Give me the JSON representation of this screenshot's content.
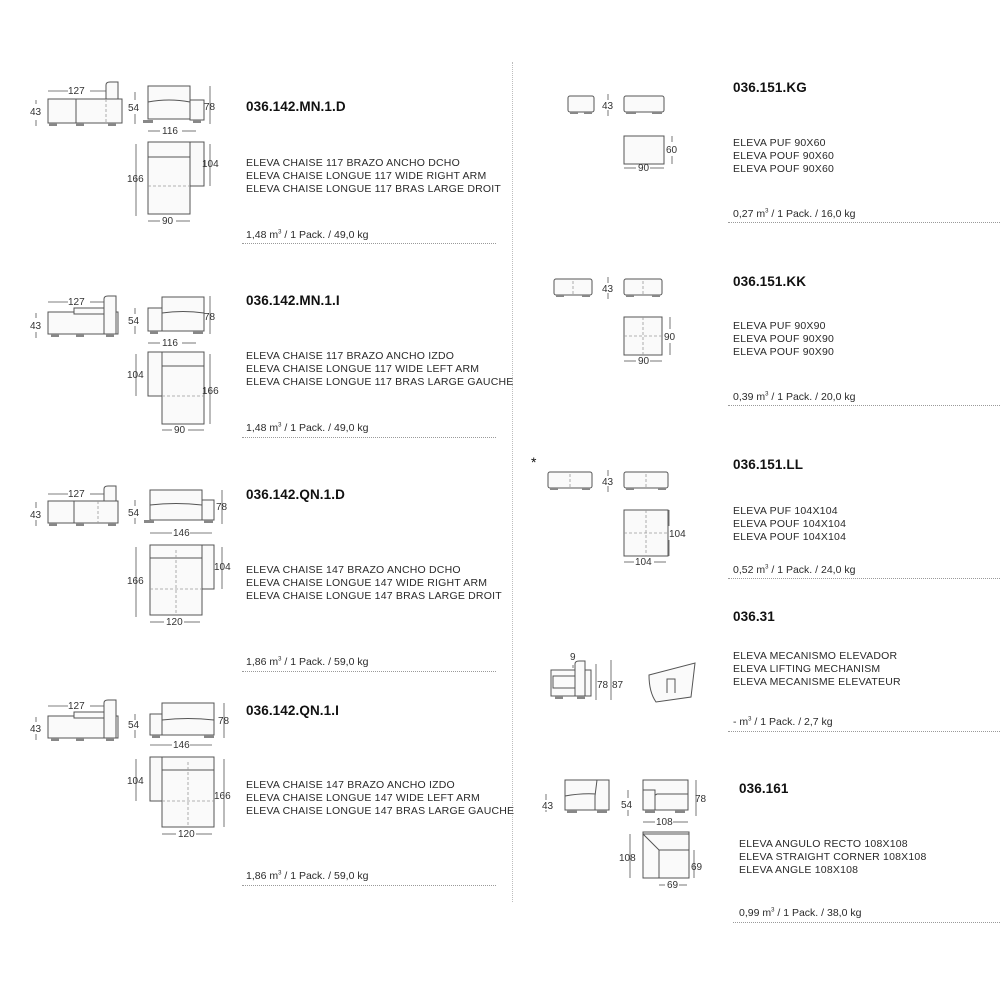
{
  "left_column": [
    {
      "code": "036.142.MN.1.D",
      "desc": [
        "ELEVA CHAISE 117 BRAZO ANCHO DCHO",
        "ELEVA CHAISE LONGUE 117 WIDE RIGHT ARM",
        "ELEVA CHAISE LONGUE 117 BRAS LARGE DROIT"
      ],
      "volume": "1,48 m",
      "pack": " / 1 Pack. / 49,0 kg",
      "dims": {
        "side_width": "127",
        "side_height": "43",
        "front_seat": "54",
        "front_height": "78",
        "front_width": "116",
        "top_depth": "166",
        "top_arm": "104",
        "top_width": "90"
      }
    },
    {
      "code": "036.142.MN.1.I",
      "desc": [
        "ELEVA CHAISE 117 BRAZO ANCHO IZDO",
        "ELEVA CHAISE LONGUE 117 WIDE LEFT ARM",
        "ELEVA CHAISE LONGUE 117 BRAS LARGE GAUCHE"
      ],
      "volume": "1,48 m",
      "pack": " / 1 Pack. / 49,0 kg",
      "dims": {
        "side_width": "127",
        "side_height": "43",
        "front_seat": "54",
        "front_height": "78",
        "front_width": "116",
        "top_depth": "166",
        "top_arm": "104",
        "top_width": "90"
      }
    },
    {
      "code": "036.142.QN.1.D",
      "desc": [
        "ELEVA CHAISE 147 BRAZO ANCHO DCHO",
        "ELEVA CHAISE LONGUE 147 WIDE RIGHT ARM",
        "ELEVA CHAISE LONGUE 147 BRAS LARGE DROIT"
      ],
      "volume": "1,86 m",
      "pack": " / 1 Pack. / 59,0 kg",
      "dims": {
        "side_width": "127",
        "side_height": "43",
        "front_seat": "54",
        "front_height": "78",
        "front_width": "146",
        "top_depth": "166",
        "top_arm": "104",
        "top_width": "120"
      }
    },
    {
      "code": "036.142.QN.1.I",
      "desc": [
        "ELEVA CHAISE 147 BRAZO ANCHO IZDO",
        "ELEVA CHAISE LONGUE 147 WIDE LEFT ARM",
        "ELEVA CHAISE LONGUE 147 BRAS LARGE GAUCHE"
      ],
      "volume": "1,86 m",
      "pack": " / 1 Pack. / 59,0 kg",
      "dims": {
        "side_width": "127",
        "side_height": "43",
        "front_seat": "54",
        "front_height": "78",
        "front_width": "146",
        "top_depth": "166",
        "top_arm": "104",
        "top_width": "120"
      }
    }
  ],
  "right_column": [
    {
      "code": "036.151.KG",
      "desc": [
        "ELEVA PUF 90X60",
        "ELEVA POUF 90X60",
        "ELEVA POUF 90X60"
      ],
      "volume": "0,27 m",
      "pack": " / 1 Pack. / 16,0 kg",
      "dims": {
        "height": "43",
        "depth": "60",
        "width": "90"
      }
    },
    {
      "code": "036.151.KK",
      "desc": [
        "ELEVA PUF 90X90",
        "ELEVA POUF 90X90",
        "ELEVA POUF 90X90"
      ],
      "volume": "0,39 m",
      "pack": " / 1 Pack. / 20,0 kg",
      "dims": {
        "height": "43",
        "depth": "90",
        "width": "90"
      }
    },
    {
      "code": "036.151.LL",
      "marker": "*",
      "desc": [
        "ELEVA PUF 104X104",
        "ELEVA POUF 104X104",
        "ELEVA POUF 104X104"
      ],
      "volume": "0,52 m",
      "pack": " / 1 Pack. / 24,0 kg",
      "dims": {
        "height": "43",
        "depth": "104",
        "width": "104"
      }
    },
    {
      "code": "036.31",
      "desc": [
        "ELEVA MECANISMO ELEVADOR",
        "ELEVA LIFTING MECHANISM",
        "ELEVA MECANISME ELEVATEUR"
      ],
      "volume": "- m",
      "pack": " / 1 Pack. / 2,7 kg",
      "dims": {
        "lift": "9",
        "height_low": "78",
        "height_high": "87"
      }
    },
    {
      "code": "036.161",
      "desc": [
        "ELEVA ANGULO RECTO 108X108",
        "ELEVA STRAIGHT CORNER 108X108",
        "ELEVA ANGLE 108X108"
      ],
      "volume": "0,99 m",
      "pack": " / 1 Pack. / 38,0 kg",
      "dims": {
        "side_height": "43",
        "front_seat": "54",
        "front_height": "78",
        "front_width": "108",
        "top_depth": "108",
        "top_inner": "69",
        "top_inner_w": "69"
      }
    }
  ],
  "unit_superscript": "3"
}
